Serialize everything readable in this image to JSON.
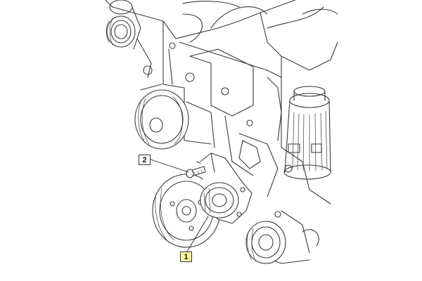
{
  "diagram": {
    "colors": {
      "line": "#3a3a3a",
      "fill": "#ffffff",
      "highlight": "#fffb9a",
      "leader": "#222222"
    },
    "callouts": [
      {
        "id": "1",
        "label": "1",
        "highlighted": true
      },
      {
        "id": "2",
        "label": "2",
        "highlighted": false
      }
    ]
  }
}
